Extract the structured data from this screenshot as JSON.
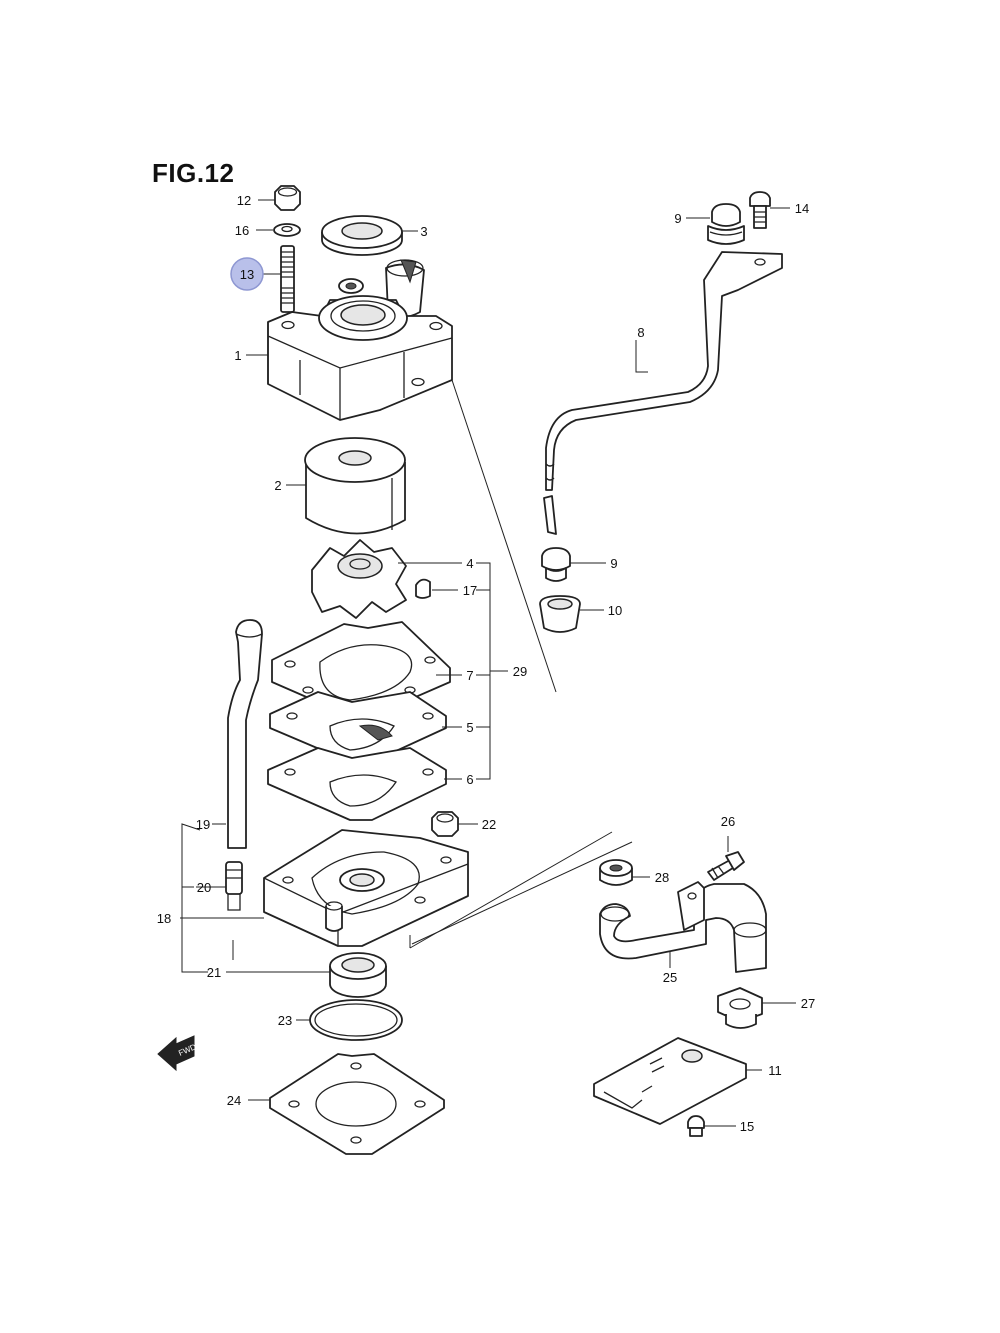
{
  "figure": {
    "title": "FIG.12",
    "highlighted_part": "13"
  },
  "colors": {
    "line": "#222222",
    "highlight": "#b9c0ea",
    "background": "#ffffff"
  },
  "labels": {
    "p1": "1",
    "p2": "2",
    "p3": "3",
    "p4": "4",
    "p5": "5",
    "p6": "6",
    "p7": "7",
    "p8": "8",
    "p9a": "9",
    "p9b": "9",
    "p10": "10",
    "p11": "11",
    "p12": "12",
    "p13": "13",
    "p14": "14",
    "p15": "15",
    "p16": "16",
    "p17": "17",
    "p18": "18",
    "p19": "19",
    "p20": "20",
    "p21": "21",
    "p22": "22",
    "p23": "23",
    "p24": "24",
    "p25": "25",
    "p26": "26",
    "p27": "27",
    "p28": "28",
    "p29": "29"
  },
  "icons": {
    "forward": "fwd-arrow-icon"
  }
}
